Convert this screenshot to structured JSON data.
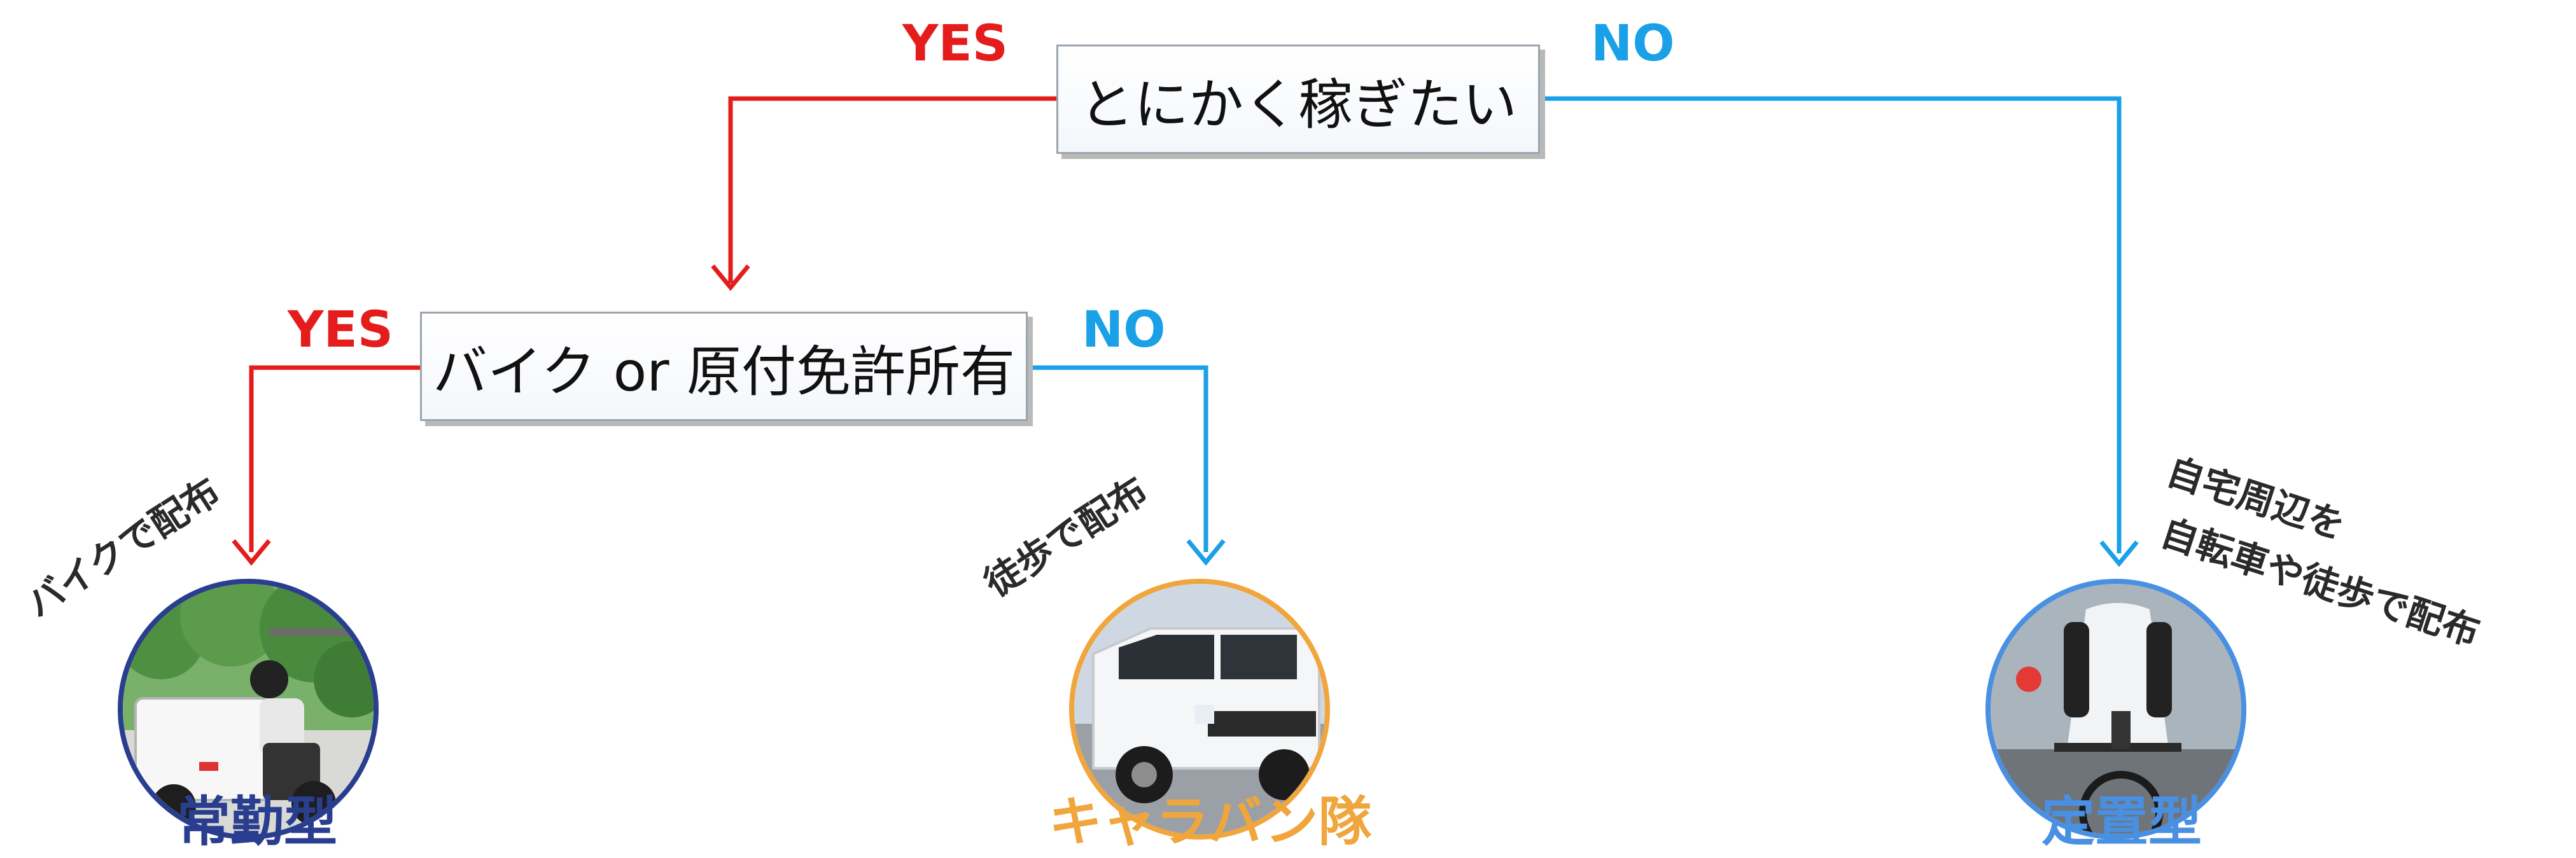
{
  "question1": {
    "text": "とにかく稼ぎたい",
    "yes_label": "YES",
    "no_label": "NO"
  },
  "question2": {
    "text": "バイク or 原付免許所有",
    "yes_label": "YES",
    "no_label": "NO"
  },
  "results": {
    "bike": {
      "caption": "バイクで配布",
      "title": "常勤型",
      "color": "#2a3e8f"
    },
    "van": {
      "caption": "徒歩で配布",
      "title": "キャラバン隊",
      "color": "#f0a63c"
    },
    "fixed": {
      "caption_line1": "自宅周辺を",
      "caption_line2": "自転車や徒歩で配布",
      "title": "定置型",
      "color": "#4a90e2"
    }
  },
  "colors": {
    "yes": "#e51c1c",
    "no": "#1aa0e6",
    "box_border": "#9aa4ad",
    "box_shadow": "#b9b9b9"
  }
}
